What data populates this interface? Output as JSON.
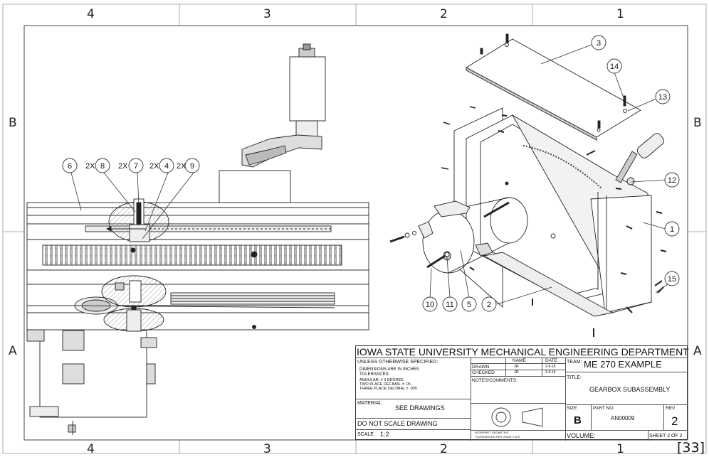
{
  "zones": {
    "columns": [
      "4",
      "3",
      "2",
      "1"
    ],
    "rows": [
      "B",
      "A"
    ]
  },
  "balloons": {
    "front": [
      {
        "num": "6",
        "qty": ""
      },
      {
        "num": "8",
        "qty": "2X"
      },
      {
        "num": "7",
        "qty": "2X"
      },
      {
        "num": "4",
        "qty": "2X"
      },
      {
        "num": "9",
        "qty": "2X"
      }
    ],
    "exploded": [
      "3",
      "14",
      "13",
      "12",
      "1",
      "15",
      "2",
      "5",
      "11",
      "10"
    ]
  },
  "title_block": {
    "university": "IOWA STATE UNIVERSITY MECHANICAL ENGINEERING DEPARTMENT",
    "unless_specified": "UNLESS OTHERWISE SPECIFIED:",
    "dimensions": "DIMENSIONS ARE IN INCHES",
    "tolerances": "TOLERANCES:",
    "angular": "ANGULAR: ± 3 DEGREE",
    "two_place": "TWO PLACE DECIMAL   ± .05",
    "three_place": "THREE PLACE DECIMAL  ± .005",
    "material_label": "MATERIAL",
    "material_value": "SEE DRAWINGS",
    "do_not_scale": "DO NOT SCALE DRAWING",
    "scale_label": "SCALE",
    "scale_value": "1:2",
    "name_header": "NAME",
    "date_header": "DATE",
    "drawn_label": "DRAWN",
    "drawn_name": "JR",
    "drawn_date": "2-6-18",
    "checked_label": "CHECKED",
    "checked_name": "JR",
    "checked_date": "2-8-18",
    "notes_label": "NOTES/COMMENTS:",
    "team_label": "TEAM:",
    "team_value": "ME 270 EXAMPLE",
    "title_label": "TITLE:",
    "title_value": "GEARBOX SUBASSEMBLY",
    "size_label": "SIZE",
    "size_value": "B",
    "part_label": "PART NO.",
    "part_value": "AN00009",
    "rev_label": "REV",
    "rev_value": "2",
    "interpret_1": "INTERPRET GEOMETRIC",
    "interpret_2": "TOLERANCING PER: ASME Y14.5",
    "volume_label": "VOLUME:",
    "sheet": "SHEET 2 OF 2"
  },
  "page_ref": "[33]"
}
